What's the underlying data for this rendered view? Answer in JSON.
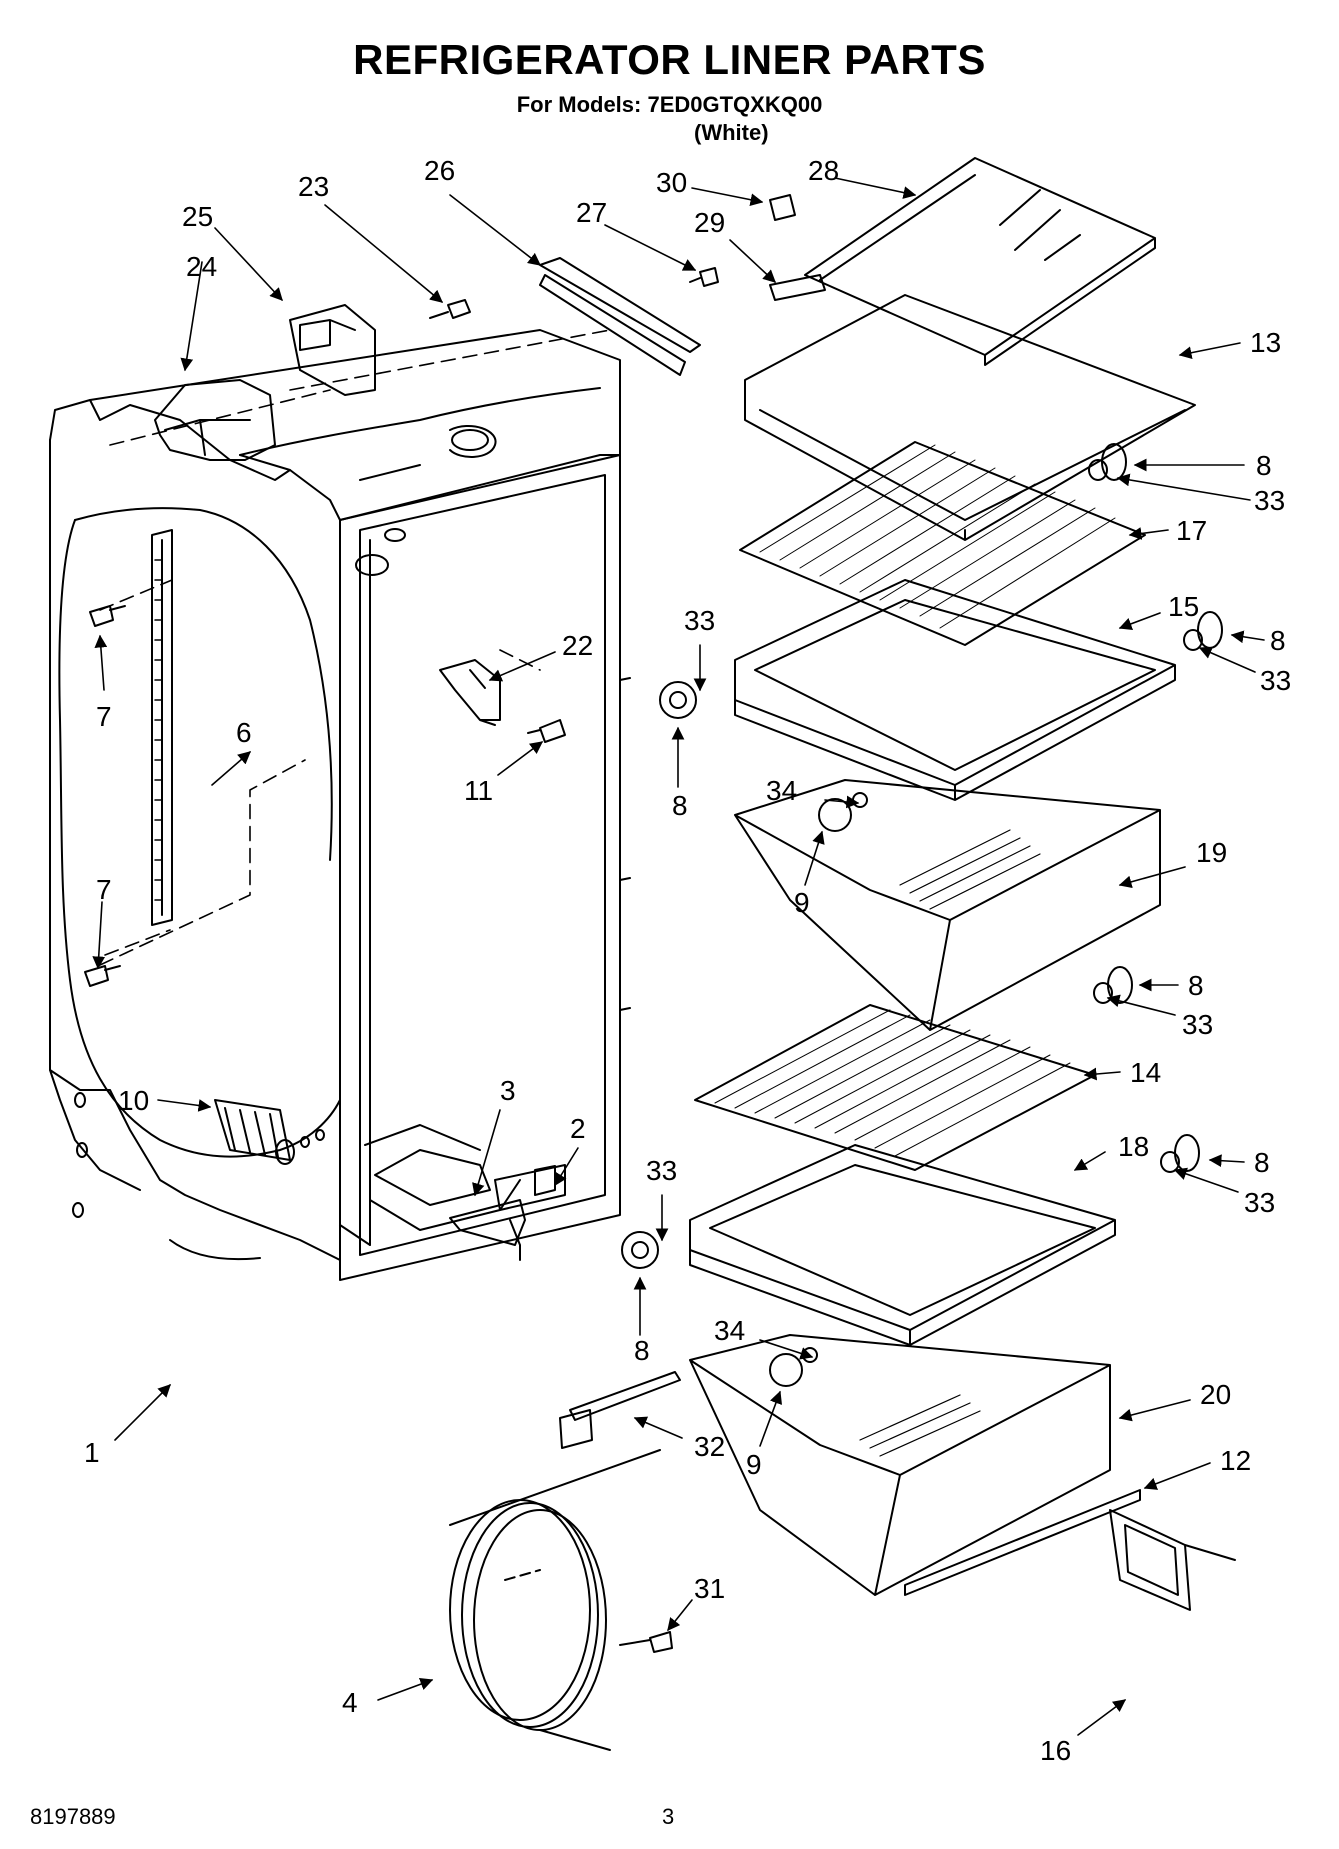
{
  "header": {
    "title": "REFRIGERATOR LINER PARTS",
    "models": "For Models: 7ED0GTQXKQ00",
    "color": "(White)"
  },
  "footer": {
    "doc_number": "8197889",
    "page": "3"
  },
  "callouts": [
    "1",
    "2",
    "3",
    "4",
    "6",
    "7",
    "7",
    "8",
    "8",
    "8",
    "8",
    "8",
    "8",
    "9",
    "9",
    "10",
    "11",
    "12",
    "13",
    "14",
    "15",
    "16",
    "17",
    "18",
    "19",
    "20",
    "22",
    "23",
    "24",
    "25",
    "26",
    "27",
    "28",
    "29",
    "30",
    "31",
    "32",
    "33",
    "33",
    "33",
    "33",
    "33",
    "33",
    "34",
    "34"
  ]
}
